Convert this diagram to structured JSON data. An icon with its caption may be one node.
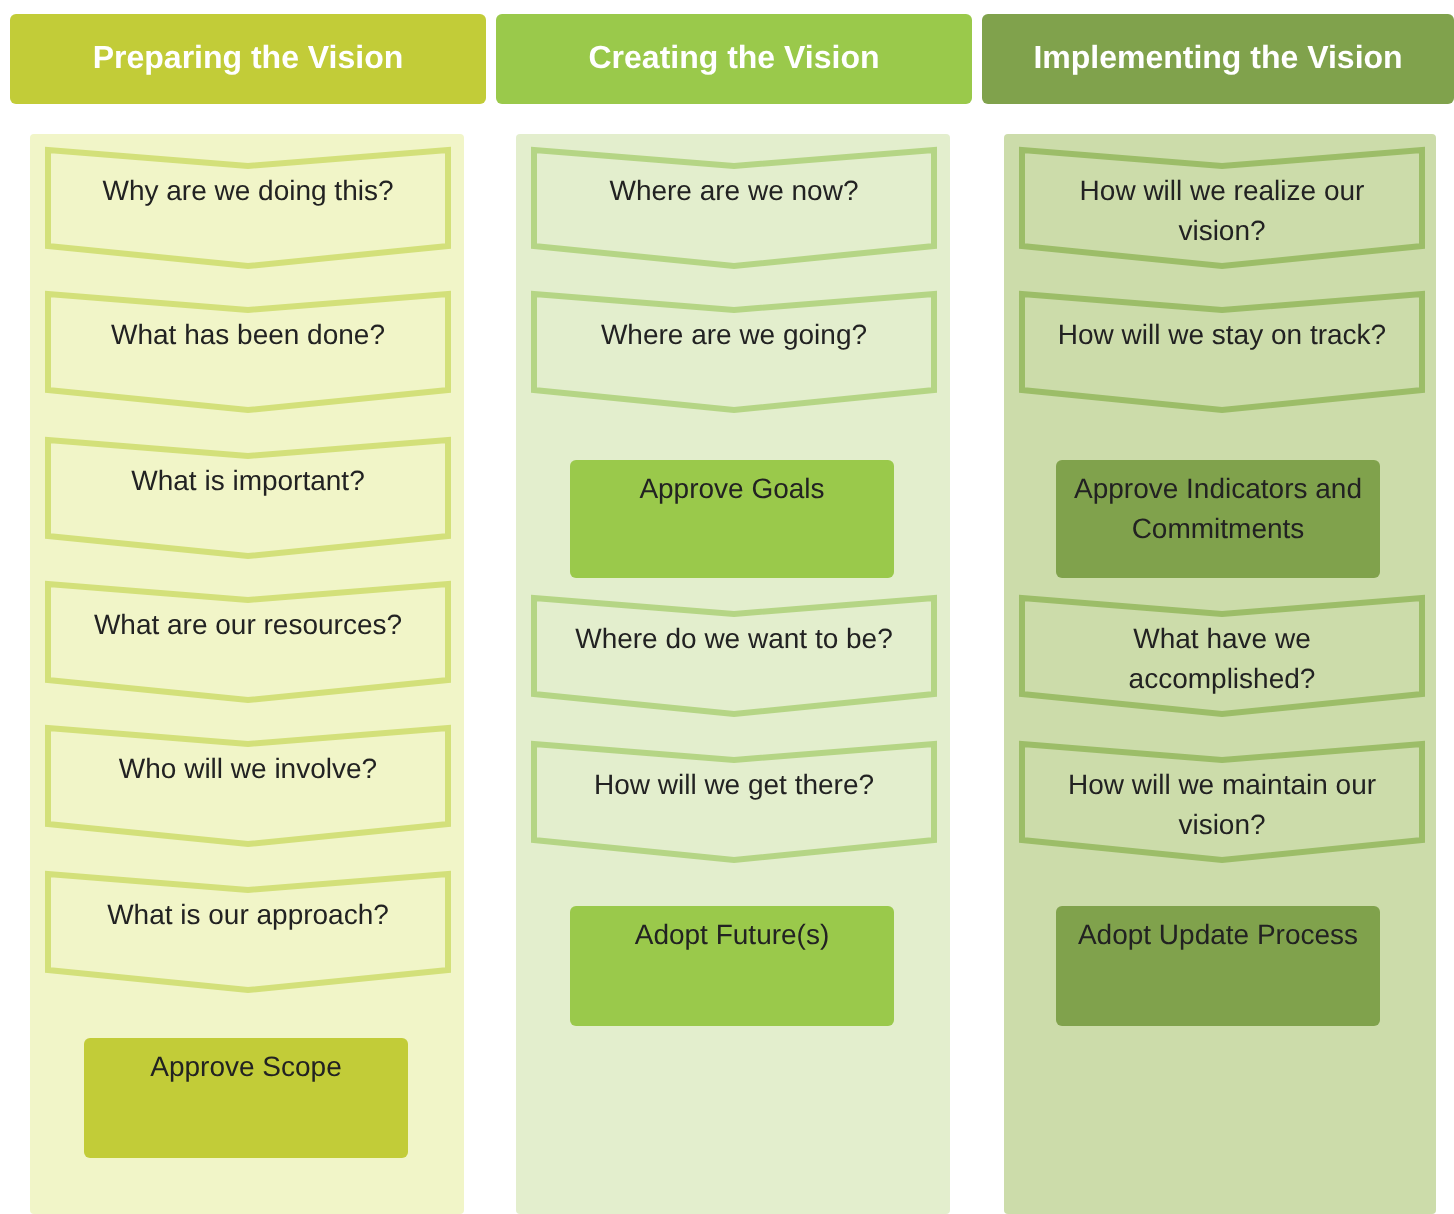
{
  "diagram": {
    "nodes": [
      {
        "text": [
          "Preparing the Vision"
        ]
      },
      {
        "text": [],
        "shape": "box"
      },
      {
        "text": [
          "Why are we doing this?"
        ],
        "in": 1
      },
      {
        "text": [
          "What has been done?"
        ],
        "in": 1
      },
      {
        "text": [
          "What is important?"
        ],
        "in": 1
      },
      {
        "text": [
          "What are our resources?"
        ],
        "in": 1
      },
      {
        "text": [
          "Who will we involve?"
        ],
        "in": 1
      },
      {
        "text": [
          "What is our approach?"
        ],
        "in": 1
      },
      {
        "text": [
          "Approve Scope"
        ],
        "in": 1
      },
      {
        "text": [
          "Creating the Vision"
        ]
      },
      {
        "text": [],
        "shape": "box"
      },
      {
        "text": [
          "Where are we now?"
        ],
        "in": 10
      },
      {
        "text": [
          "Where are we going?"
        ],
        "in": 10
      },
      {
        "text": [
          "Approve Goals"
        ],
        "in": 10
      },
      {
        "text": [
          "Where do we want to be?"
        ],
        "in": 10
      },
      {
        "text": [
          "How will we get there?"
        ],
        "in": 10
      },
      {
        "text": [
          "Adopt Future(s)"
        ],
        "in": 10
      },
      {
        "text": [
          "Implementing the Vision"
        ]
      },
      {
        "text": [],
        "shape": "box"
      },
      {
        "text": [
          "How will we realize our vision?"
        ],
        "in": 18
      },
      {
        "text": [
          "How will we stay on track?"
        ],
        "in": 18
      },
      {
        "text": [
          "Approve Indicators and Commitments"
        ],
        "in": 18
      },
      {
        "text": [
          "What have we accomplished?"
        ],
        "in": 18
      },
      {
        "text": [
          "How will we maintain our vision?"
        ],
        "in": 18
      },
      {
        "text": [
          "Adopt Update Process"
        ],
        "in": 18
      }
    ]
  }
}
